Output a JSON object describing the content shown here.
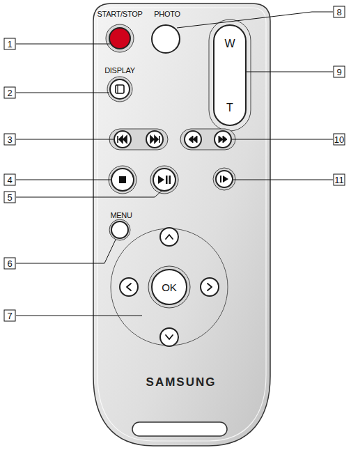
{
  "diagram": {
    "nodes": [
      {
        "text": [
          "SAMSUNG"
        ]
      },
      {
        "text": [
          "W",
          "T"
        ],
        "in": 0
      },
      {
        "text": [
          "OK"
        ],
        "in": 0
      }
    ],
    "labels": [
      "START/STOP",
      "PHOTO",
      "DISPLAY",
      "MENU",
      "1",
      "2",
      "3",
      "4",
      "5",
      "6",
      "7",
      "8",
      "9",
      "10",
      "11"
    ]
  }
}
